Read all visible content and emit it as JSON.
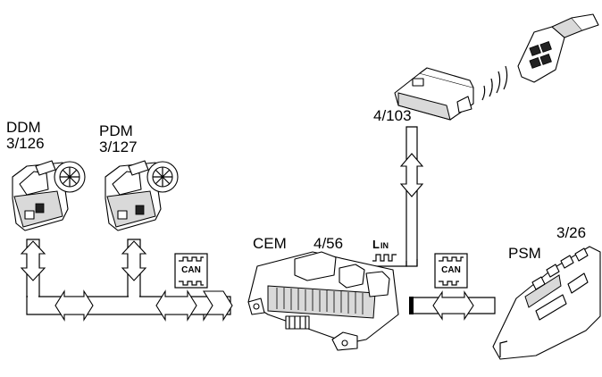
{
  "modules": {
    "ddm": {
      "name": "DDM",
      "code": "3/126"
    },
    "pdm": {
      "name": "PDM",
      "code": "3/127"
    },
    "cem": {
      "name": "CEM",
      "code": "4/56"
    },
    "psm": {
      "name": "PSM",
      "code": "3/26"
    },
    "receiver": {
      "code": "4/103"
    }
  },
  "buses": {
    "can_left": "CAN",
    "can_right": "CAN",
    "lin_l": "L",
    "lin_in": "IN"
  },
  "icons": [
    "window-motor-icon",
    "remote-key-icon",
    "receiver-module-icon",
    "central-electronic-module-icon",
    "power-seat-module-icon",
    "can-bus-icon",
    "lin-bus-icon",
    "signal-waves-icon"
  ]
}
